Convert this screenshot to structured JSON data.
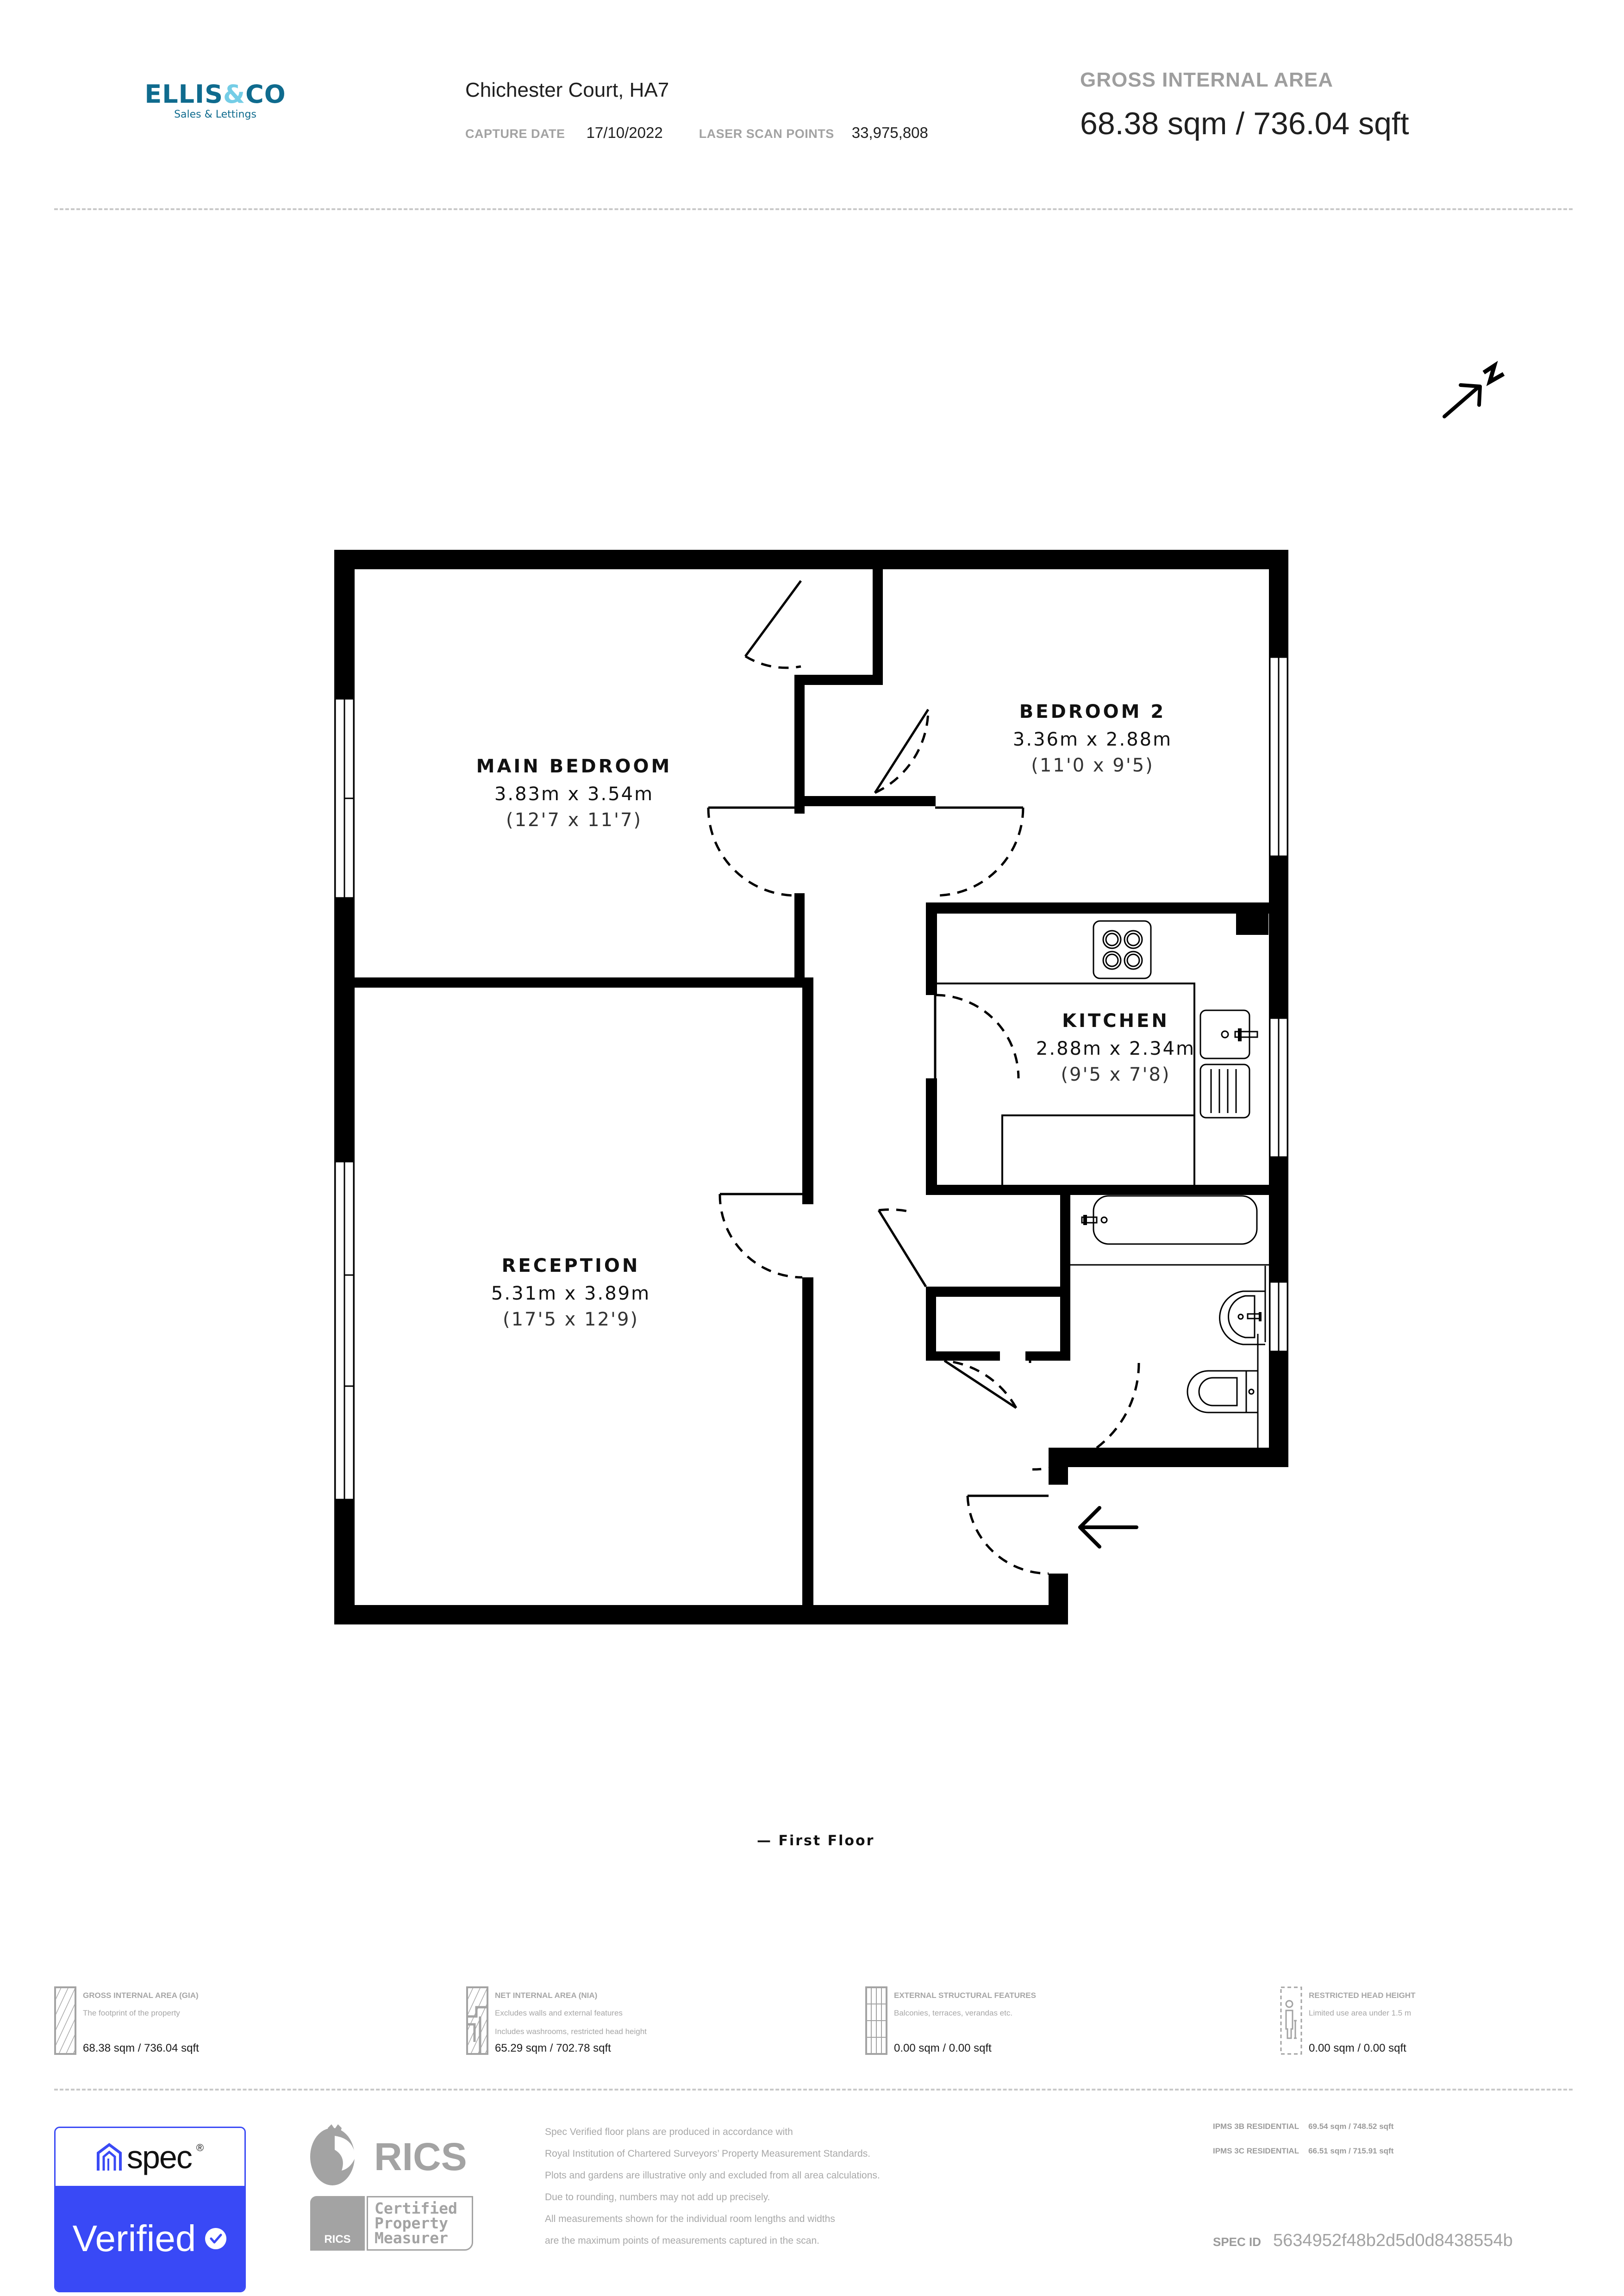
{
  "header": {
    "logo": {
      "brand_left": "ELLIS",
      "brand_amp": "&",
      "brand_right": "CO",
      "tagline": "Sales & Lettings"
    },
    "property_title": "Chichester Court, HA7",
    "capture_date_label": "CAPTURE DATE",
    "capture_date": "17/10/2022",
    "laser_scan_label": "LASER SCAN POINTS",
    "laser_scan_points": "33,975,808",
    "gia_label": "GROSS INTERNAL AREA",
    "gia_value": "68.38 sqm / 736.04 sqft"
  },
  "compass": {
    "icon": "north-arrow-icon",
    "letter": "N"
  },
  "rooms": [
    {
      "name": "MAIN BEDROOM",
      "metric": "3.83m x 3.54m",
      "imperial": "(12'7 x 11'7)"
    },
    {
      "name": "BEDROOM 2",
      "metric": "3.36m x 2.88m",
      "imperial": "(11'0 x 9'5)"
    },
    {
      "name": "KITCHEN",
      "metric": "2.88m x 2.34m",
      "imperial": "(9'5 x 7'8)"
    },
    {
      "name": "RECEPTION",
      "metric": "5.31m x 3.89m",
      "imperial": "(17'5 x 12'9)"
    }
  ],
  "floor_label": "— First Floor",
  "legend": [
    {
      "icon": "gia-hatch-icon",
      "title": "GROSS INTERNAL AREA (GIA)",
      "desc": "The footprint of the property",
      "desc2": "",
      "value": "68.38 sqm / 736.04 sqft"
    },
    {
      "icon": "nia-hatch-icon",
      "title": "NET INTERNAL AREA (NIA)",
      "desc": "Excludes walls and external features",
      "desc2": "Includes washrooms, restricted head height",
      "value": "65.29 sqm / 702.78 sqft"
    },
    {
      "icon": "external-features-grid-icon",
      "title": "EXTERNAL STRUCTURAL FEATURES",
      "desc": "Balconies, terraces, verandas etc.",
      "desc2": "",
      "value": "0.00 sqm / 0.00 sqft"
    },
    {
      "icon": "restricted-head-height-icon",
      "title": "RESTRICTED HEAD HEIGHT",
      "desc": "Limited use area under 1.5 m",
      "desc2": "",
      "value": "0.00 sqm / 0.00 sqft"
    }
  ],
  "footer": {
    "spec_badge": {
      "word": "spec",
      "reg": "®",
      "verified": "Verified"
    },
    "rics": {
      "word": "RICS",
      "reg": "®",
      "small_word": "RICS",
      "cert_lines": [
        "Certified",
        "Property",
        "Measurer"
      ]
    },
    "disclaimer": [
      "Spec Verified floor plans are produced in accordance with",
      "Royal Institution of Chartered Surveyors’ Property Measurement Standards.",
      "Plots and gardens are illustrative only and excluded from all area calculations.",
      "Due to rounding, numbers may not add up precisely.",
      "All measurements shown for the individual room lengths and widths",
      "are the maximum points of measurements captured in the scan."
    ],
    "ipms": [
      {
        "label": "IPMS 3B RESIDENTIAL",
        "value": "69.54 sqm / 748.52 sqft"
      },
      {
        "label": "IPMS 3C RESIDENTIAL",
        "value": "66.51 sqm / 715.91 sqft"
      }
    ],
    "spec_id_label": "SPEC ID",
    "spec_id": "5634952f48b2d5d0d8438554b"
  },
  "colors": {
    "brand_blue": "#0f6b8e",
    "brand_light": "#74cde6",
    "spec_blue": "#3949f6",
    "muted_gray": "#a3a3a3"
  }
}
